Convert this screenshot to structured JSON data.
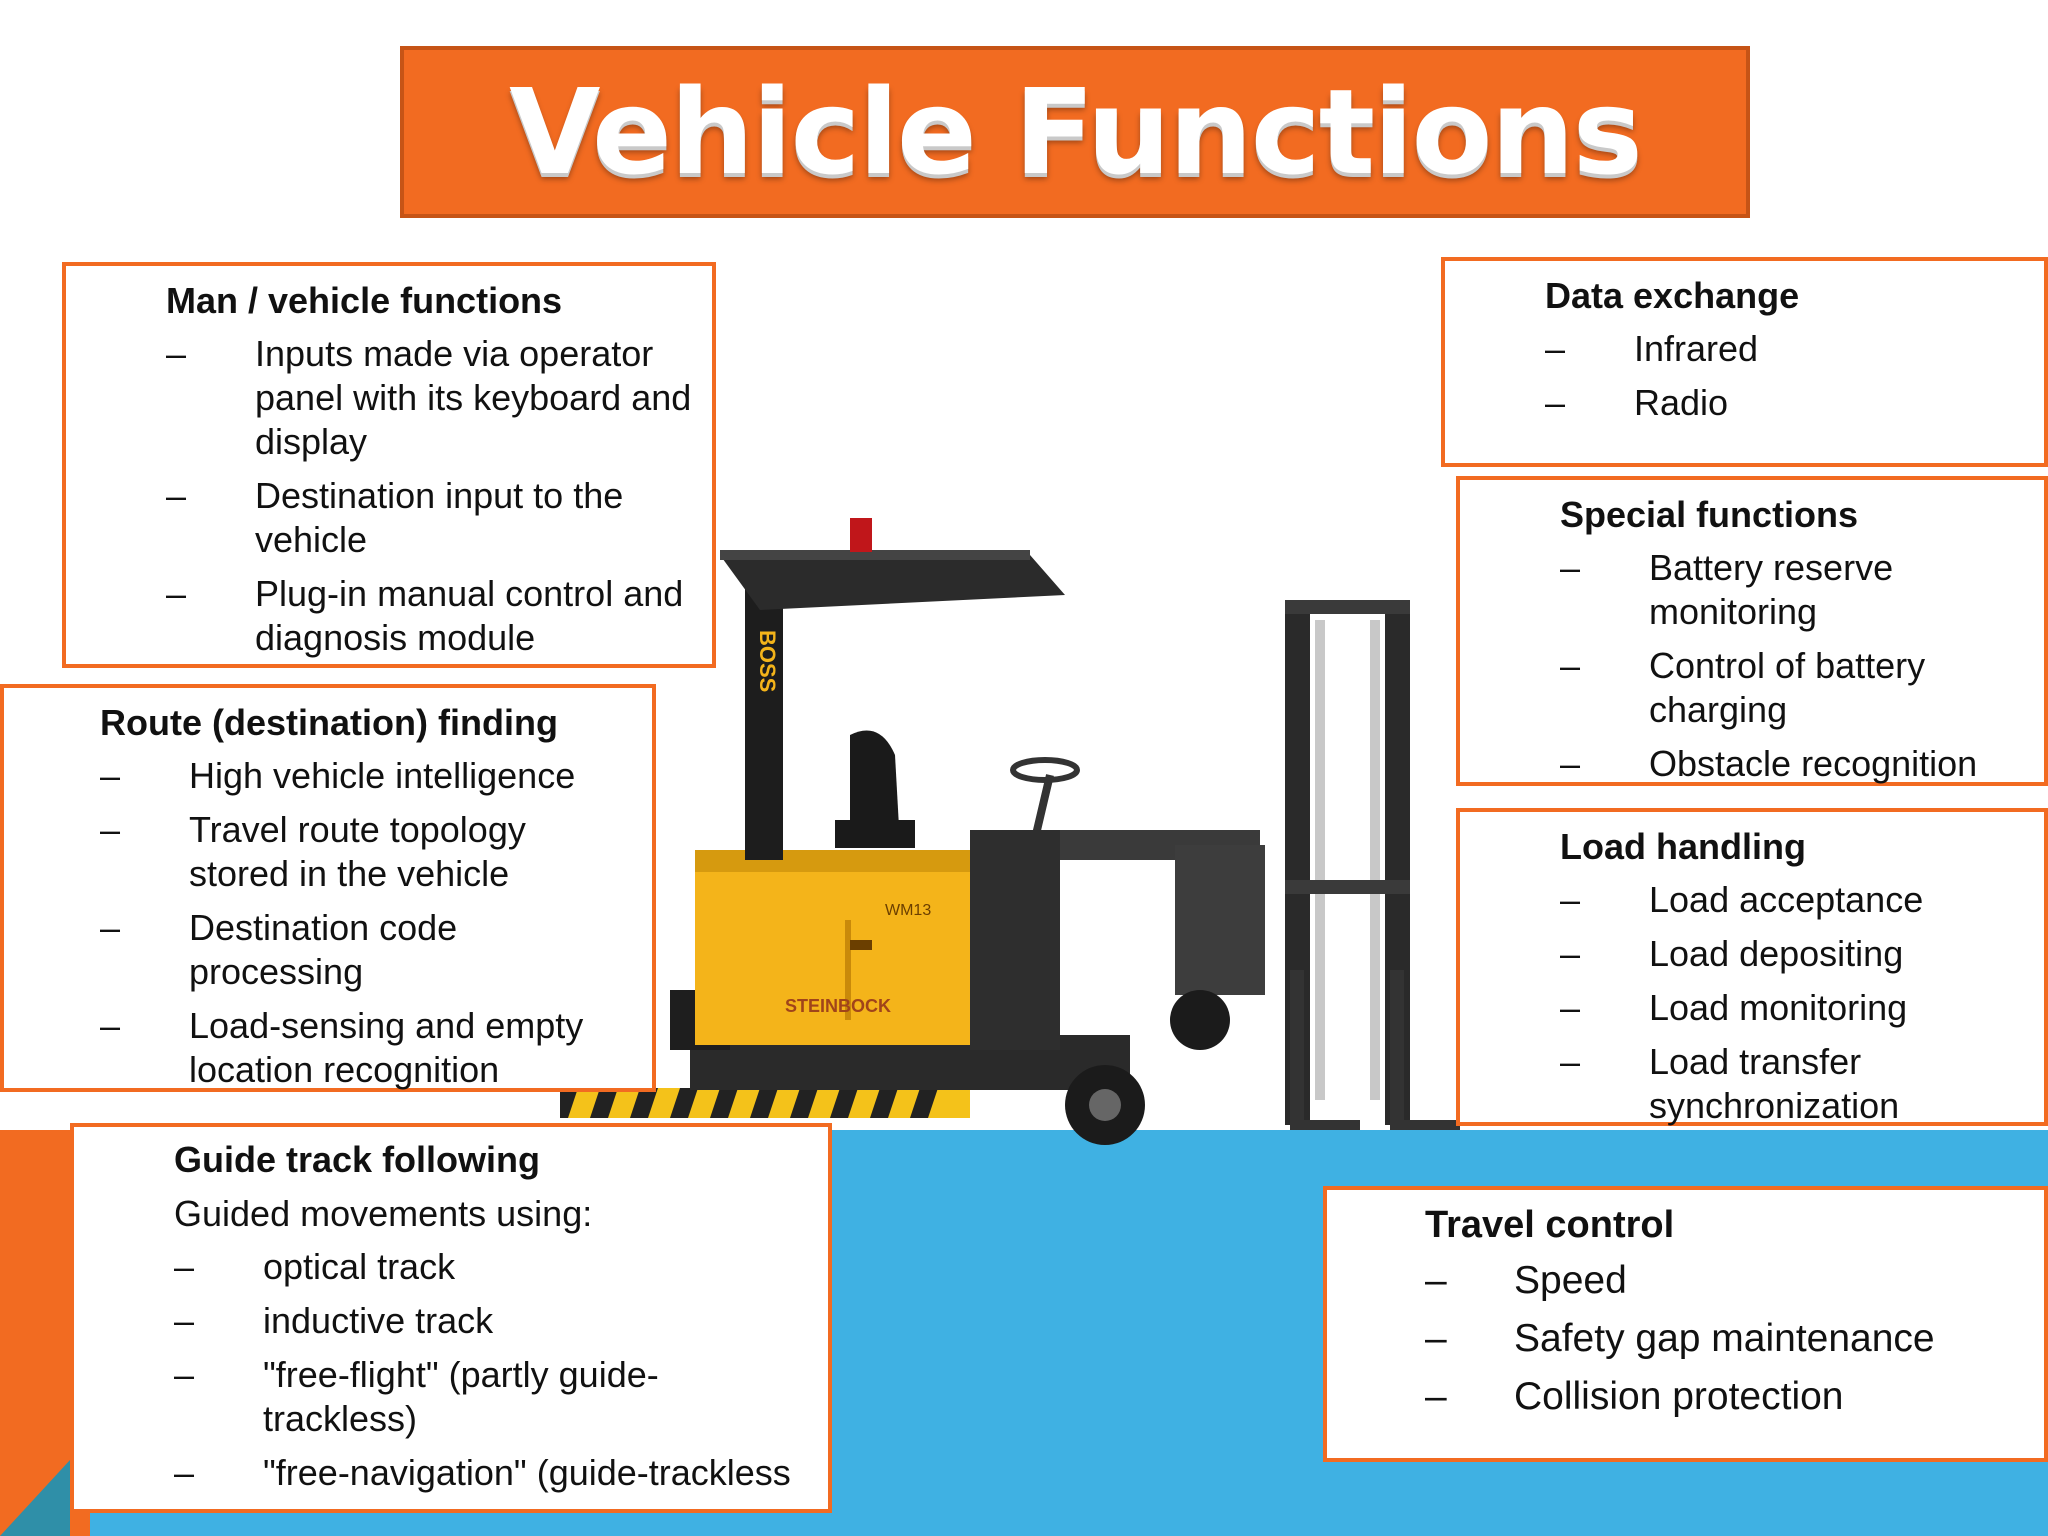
{
  "title": "Vehicle Functions",
  "colors": {
    "accent_orange": "#f26b21",
    "blue_band": "#3fb1e3",
    "machine_yellow": "#f4b41a"
  },
  "vehicle": {
    "side_brand": "BOSS",
    "model": "WM13",
    "maker": "STEINBOCK"
  },
  "sections": {
    "man_vehicle": {
      "heading": "Man / vehicle functions",
      "items": [
        {
          "dash": "–",
          "text": "Inputs made via operator panel with its keyboard and display"
        },
        {
          "dash": "–",
          "text": "Destination input to the vehicle"
        },
        {
          "dash": "–",
          "text": "Plug-in manual control and diagnosis module"
        }
      ]
    },
    "route": {
      "heading": "Route (destination) finding",
      "items": [
        {
          "dash": "–",
          "text": "High vehicle intelligence"
        },
        {
          "dash": "–",
          "text": "Travel route topology stored in the vehicle"
        },
        {
          "dash": "–",
          "text": "Destination code processing"
        },
        {
          "dash": "–",
          "text": "Load-sensing and empty location recognition"
        }
      ]
    },
    "guide_track": {
      "heading": "Guide track following",
      "intro": "Guided movements using:",
      "items": [
        {
          "dash": "–",
          "text": "optical track"
        },
        {
          "dash": "–",
          "text": "inductive track"
        },
        {
          "dash": "–",
          "text": "\"free-flight\" (partly guide-trackless)"
        },
        {
          "dash": "–",
          "text": "\"free-navigation\" (guide-trackless"
        }
      ]
    },
    "data_exchange": {
      "heading": "Data exchange",
      "items": [
        {
          "dash": "–",
          "text": "Infrared"
        },
        {
          "dash": "–",
          "text": "Radio"
        }
      ]
    },
    "special": {
      "heading": "Special functions",
      "items": [
        {
          "dash": "–",
          "text": "Battery reserve monitoring"
        },
        {
          "dash": "–",
          "text": "Control of battery charging"
        },
        {
          "dash": "–",
          "text": "Obstacle recognition"
        }
      ]
    },
    "load_handling": {
      "heading": "Load handling",
      "items": [
        {
          "dash": "–",
          "text": "Load acceptance"
        },
        {
          "dash": "–",
          "text": "Load depositing"
        },
        {
          "dash": "–",
          "text": "Load monitoring"
        },
        {
          "dash": "–",
          "text": "Load transfer synchronization"
        }
      ]
    },
    "travel_control": {
      "heading": "Travel control",
      "items": [
        {
          "dash": "–",
          "text": "Speed"
        },
        {
          "dash": "–",
          "text": "Safety gap maintenance"
        },
        {
          "dash": "–",
          "text": "Collision protection"
        }
      ]
    }
  }
}
